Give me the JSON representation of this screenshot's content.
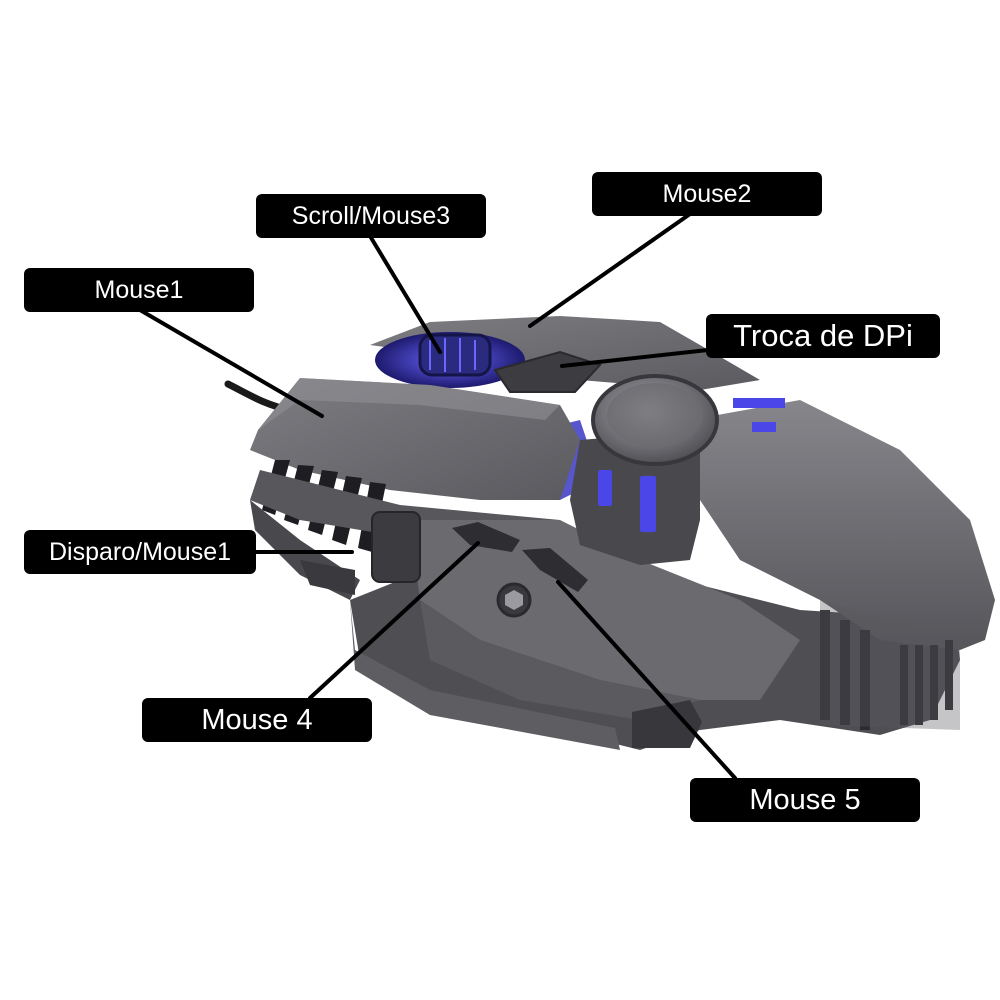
{
  "callouts": {
    "scroll": "Scroll/Mouse3",
    "mouse2": "Mouse2",
    "mouse1": "Mouse1",
    "dpi": "Troca de DPi",
    "disparo": "Disparo/Mouse1",
    "mouse4": "Mouse 4",
    "mouse5": "Mouse 5"
  },
  "colors": {
    "label_bg": "#000000",
    "label_text": "#ffffff",
    "body": "#6e6e72",
    "body_dark": "#3f3f44",
    "led": "#4a46e8"
  }
}
